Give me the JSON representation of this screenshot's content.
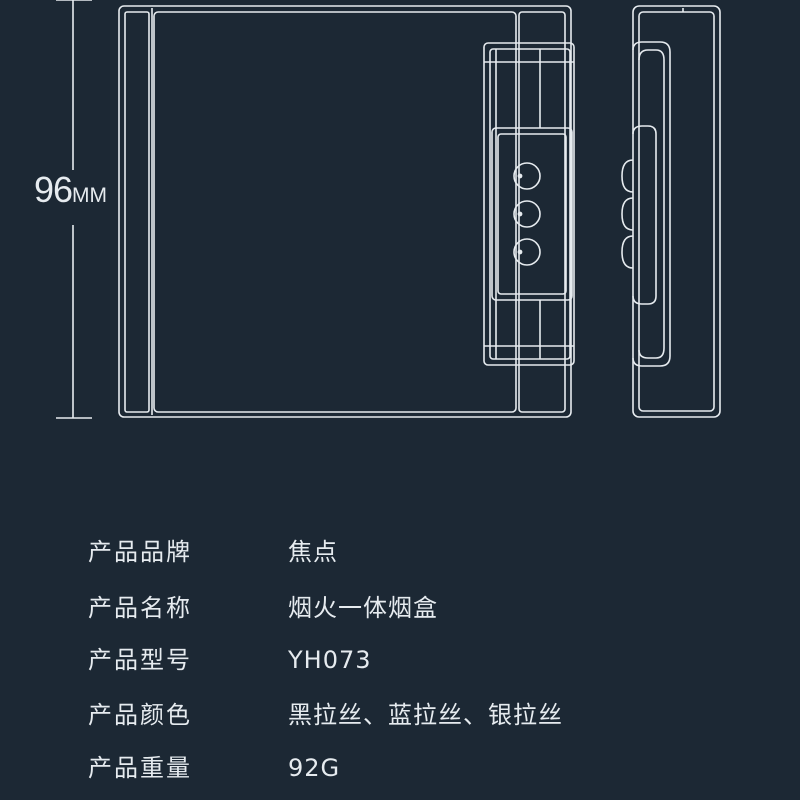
{
  "dimension": {
    "value": "96",
    "unit": "MM"
  },
  "specs": [
    {
      "label": "产品品牌",
      "value": "焦点"
    },
    {
      "label": "产品名称",
      "value": "烟火一体烟盒"
    },
    {
      "label": "产品型号",
      "value": "YH073"
    },
    {
      "label": "产品颜色",
      "value": "黑拉丝、蓝拉丝、银拉丝"
    },
    {
      "label": "产品重量",
      "value": "92G"
    }
  ],
  "colors": {
    "background": "#1c2834",
    "line": "#e6ebef"
  }
}
